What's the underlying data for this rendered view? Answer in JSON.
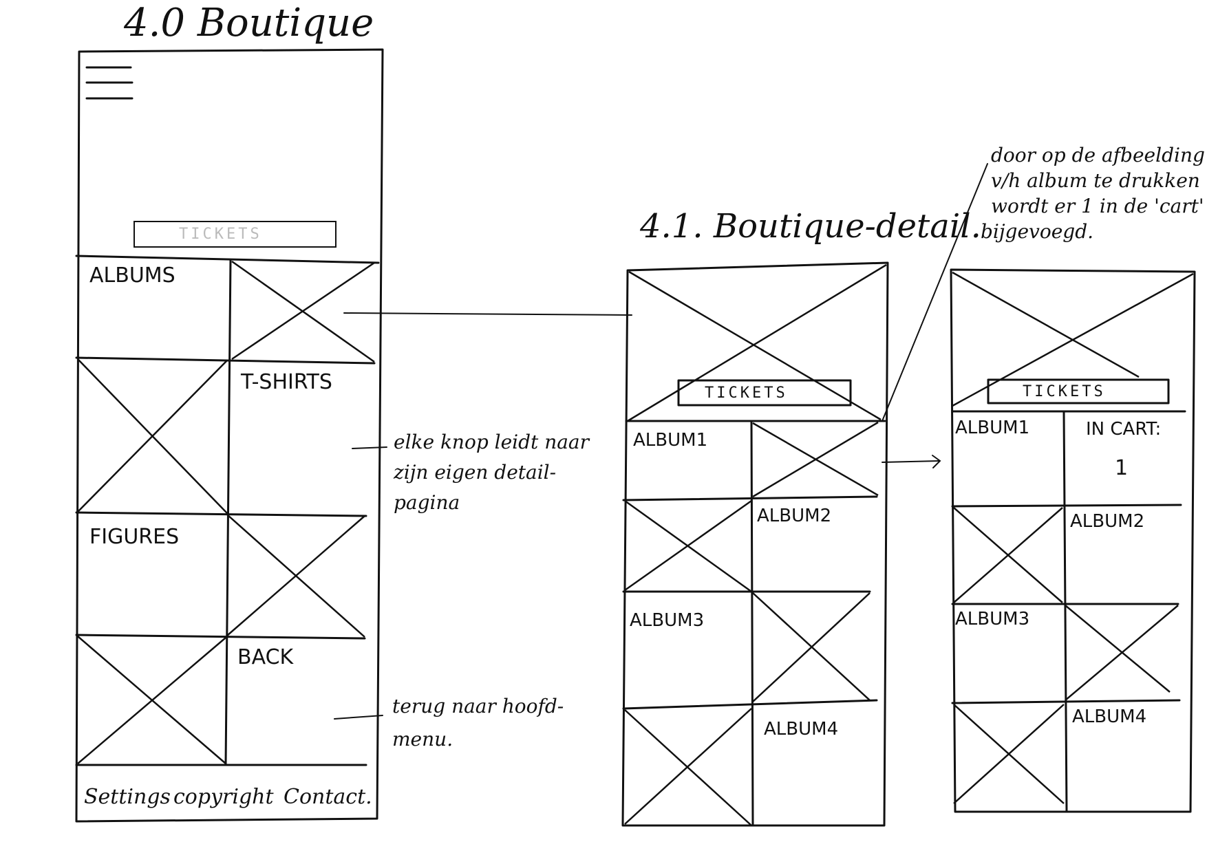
{
  "titles": {
    "boutique": "4.0 Boutique",
    "detail": "4.1. Boutique-detail."
  },
  "screen1": {
    "tickets_button": "TICKETS",
    "cells": {
      "albums": "ALBUMS",
      "tshirts": "T-SHIRTS",
      "figures": "FIGURES",
      "back": "BACK"
    },
    "footer": {
      "settings": "Settings",
      "copyright": "copyright",
      "contact": "Contact."
    }
  },
  "screen2": {
    "tickets_button": "TICKETS",
    "cells": {
      "album1": "ALBUM1",
      "album2": "ALBUM2",
      "album3": "ALBUM3",
      "album4": "ALBUM4"
    }
  },
  "screen3": {
    "tickets_button": "TICKETS",
    "cells": {
      "album1": "ALBUM1",
      "in_cart": "IN CART:",
      "cart_count": "1",
      "album2": "ALBUM2",
      "album3": "ALBUM3",
      "album4": "ALBUM4"
    }
  },
  "notes": {
    "each_button": [
      "elke knop leidt naar",
      "zijn eigen detail-",
      "pagina"
    ],
    "back_to_menu": [
      "terug naar hoofd-",
      "menu."
    ],
    "add_to_cart": [
      "door op de afbeelding",
      "v/h album te drukken",
      "wordt er 1 in de 'cart'",
      "bijgevoegd."
    ]
  }
}
